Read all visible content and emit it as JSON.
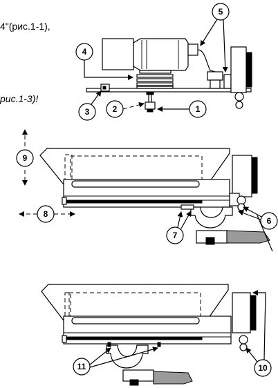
{
  "text": {
    "line1": "4\"(рис.1-1),",
    "line2": "рис.1-3)!"
  },
  "callouts": [
    "1",
    "2",
    "3",
    "4",
    "5",
    "6",
    "7",
    "8",
    "9",
    "10",
    "11"
  ]
}
